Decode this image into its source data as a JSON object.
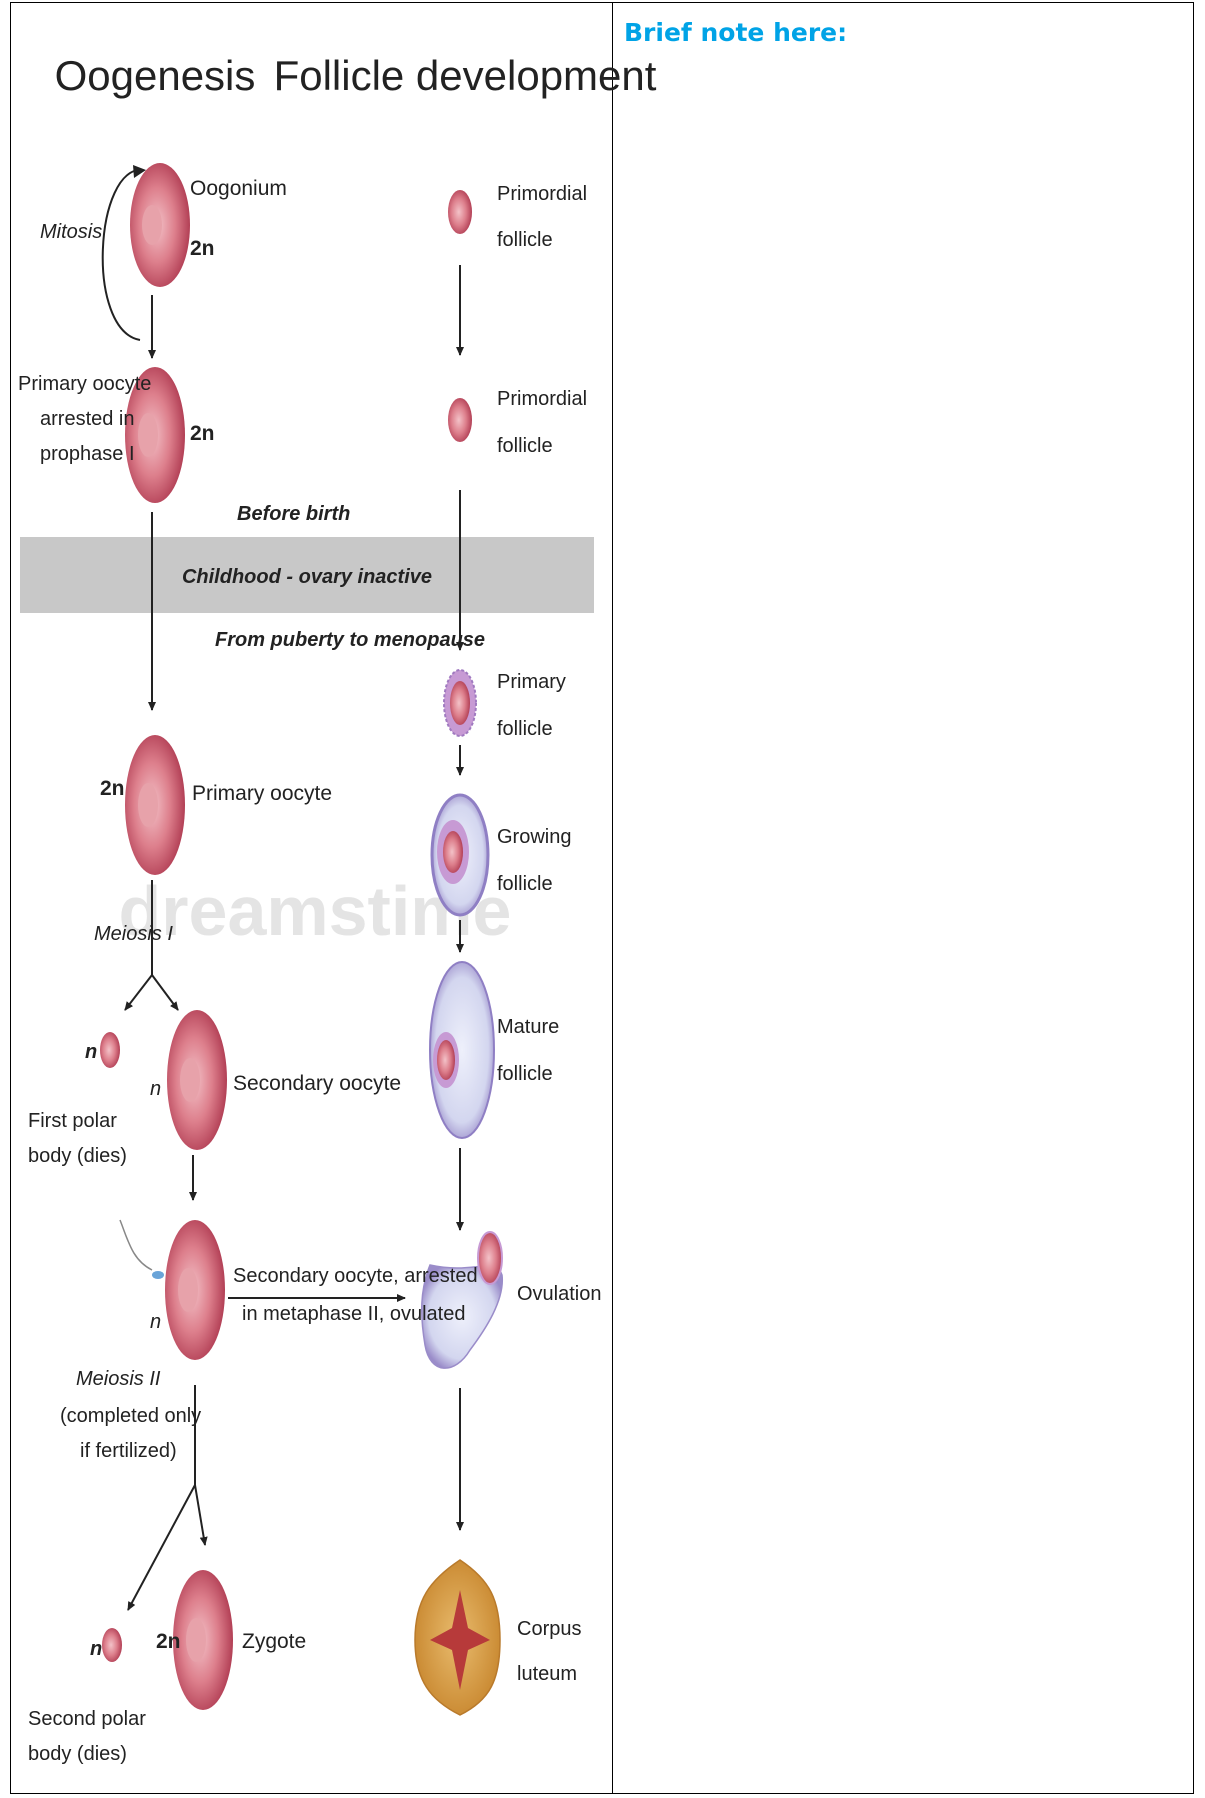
{
  "note": {
    "title": "Brief note here:"
  },
  "diagram": {
    "header_left": "Oogenesis",
    "header_right": "Follicle development",
    "labels": {
      "mitosis": "Mitosis",
      "oogonium": "Oogonium",
      "ploidy_2n": "2n",
      "ploidy_n": "n",
      "primary_oocyte_arrested_1": "Primary oocyte",
      "primary_oocyte_arrested_2": "arrested in",
      "primary_oocyte_arrested_3": "prophase I",
      "before_birth": "Before birth",
      "childhood": "Childhood - ovary inactive",
      "puberty": "From puberty to menopause",
      "primary_oocyte": "Primary oocyte",
      "meiosis_1": "Meiosis I",
      "first_polar_1": "First polar",
      "first_polar_2": "body (dies)",
      "secondary_oocyte": "Secondary oocyte",
      "arrow_note_1": "Secondary oocyte, arrested",
      "arrow_note_2": "in metaphase II, ovulated",
      "meiosis_2": "Meiosis II",
      "completed_1": "(completed only",
      "completed_2": "if fertilized)",
      "second_polar_1": "Second polar",
      "second_polar_2": "body (dies)",
      "zygote": "Zygote",
      "primordial": "Primordial",
      "follicle": "follicle",
      "primary": "Primary",
      "growing": "Growing",
      "mature": "Mature",
      "ovulation": "Ovulation",
      "corpus": "Corpus",
      "luteum": "luteum"
    },
    "watermark": "dreamstime",
    "colors": {
      "cell": "#d9707e",
      "cell_nucleus": "#e7a2aa",
      "band": "#c8c8c8",
      "follicle_fluid": "#dcdcf2",
      "corpus_luteum": "#dba04a"
    }
  }
}
